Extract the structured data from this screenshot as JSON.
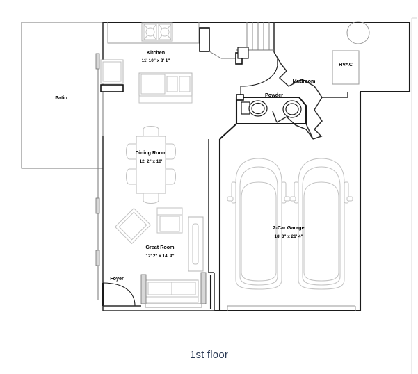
{
  "document": {
    "type": "floor-plan",
    "caption": "1st floor",
    "caption_color": "#2b3a55",
    "background_color": "#ffffff",
    "wall_color": "#1a1a1a",
    "furniture_color": "#b4b4b4"
  },
  "rooms": [
    {
      "id": "patio",
      "name": "Patio",
      "dimensions": ""
    },
    {
      "id": "kitchen",
      "name": "Kitchen",
      "dimensions": "11' 10\" x 8' 1\""
    },
    {
      "id": "dining",
      "name": "Dining Room",
      "dimensions": "12' 2\" x 10'"
    },
    {
      "id": "great",
      "name": "Great Room",
      "dimensions": "12' 2\" x 14' 9\""
    },
    {
      "id": "foyer",
      "name": "Foyer",
      "dimensions": ""
    },
    {
      "id": "powder",
      "name": "Powder",
      "dimensions": ""
    },
    {
      "id": "mudroom",
      "name": "Mudroom",
      "dimensions": ""
    },
    {
      "id": "hvac",
      "name": "HVAC",
      "dimensions": ""
    },
    {
      "id": "garage",
      "name": "2-Car Garage",
      "dimensions": "18' 3\" x 21' 4\""
    }
  ],
  "fixtures": {
    "range_top": "cooktop-range",
    "island_sink": "kitchen-sink",
    "refrigerator": "refrigerator",
    "toilet": "toilet",
    "vanity_sink": "vanity-sink",
    "water_heater": "water-heater",
    "hvac_unit": "hvac-unit",
    "stairs": "staircase",
    "car_left": "car-outline",
    "car_right": "car-outline",
    "dining_table": "dining-table-six-chairs",
    "sofa": "sofa",
    "armchair_diagonal": "armchair",
    "armchair_side": "armchair",
    "fireplace": "fireplace-media-unit",
    "entry_door": "entry-door-swing",
    "mudroom_door": "interior-door-swing",
    "powder_door": "interior-door-swing",
    "garage_door": "garage-door-opening"
  }
}
